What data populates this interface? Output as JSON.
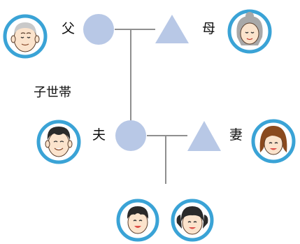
{
  "caption": "子世帯",
  "members": {
    "father": {
      "label": "父",
      "symbol": "circle",
      "icon": "grandfather-avatar"
    },
    "mother": {
      "label": "母",
      "symbol": "triangle",
      "icon": "grandmother-avatar"
    },
    "husband": {
      "label": "夫",
      "symbol": "circle",
      "icon": "man-avatar"
    },
    "wife": {
      "label": "妻",
      "symbol": "triangle",
      "icon": "woman-avatar"
    },
    "son": {
      "icon": "boy-avatar"
    },
    "daughter": {
      "icon": "girl-avatar"
    }
  },
  "colors": {
    "symbol_fill": "#b8c8e6",
    "ring": "#3aa3d6",
    "line": "#8f8f8f",
    "skin": "#fbe3cc",
    "hair_dark": "#2a2a2a",
    "hair_gray": "#bdbdbd",
    "hair_brown": "#8a4a1e"
  }
}
